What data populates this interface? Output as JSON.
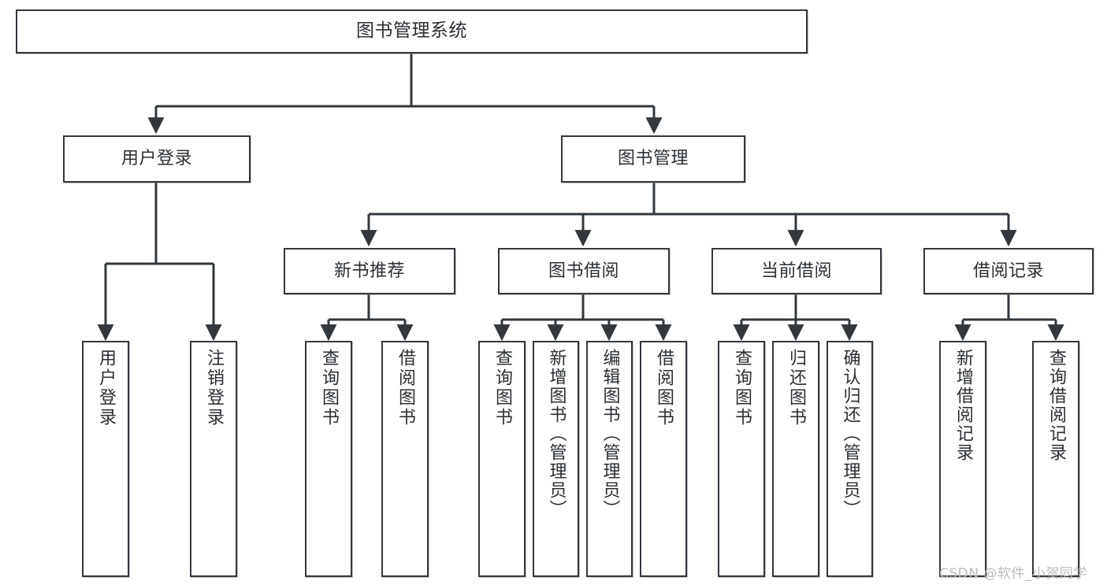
{
  "diagram": {
    "title": "图书管理系统",
    "type": "tree-hierarchy",
    "root": {
      "id": "root",
      "label": "图书管理系统"
    },
    "level2": [
      {
        "id": "user-login",
        "label": "用户登录"
      },
      {
        "id": "book-manage",
        "label": "图书管理"
      }
    ],
    "level3": [
      {
        "id": "new-book-rec",
        "label": "新书推荐",
        "parent": "book-manage"
      },
      {
        "id": "book-borrow",
        "label": "图书借阅",
        "parent": "book-manage"
      },
      {
        "id": "current-borrow",
        "label": "当前借阅",
        "parent": "book-manage"
      },
      {
        "id": "borrow-record",
        "label": "借阅记录",
        "parent": "book-manage"
      }
    ],
    "leaves": [
      {
        "id": "leaf-user-login",
        "label": "用户登录",
        "parent": "user-login"
      },
      {
        "id": "leaf-user-logout",
        "label": "注销登录",
        "parent": "user-login"
      },
      {
        "id": "leaf-query-book-1",
        "label": "查询图书",
        "parent": "new-book-rec"
      },
      {
        "id": "leaf-borrow-book-1",
        "label": "借阅图书",
        "parent": "new-book-rec"
      },
      {
        "id": "leaf-query-book-2",
        "label": "查询图书",
        "parent": "book-borrow"
      },
      {
        "id": "leaf-add-book",
        "label": "新增图书（管理员）",
        "parent": "book-borrow"
      },
      {
        "id": "leaf-edit-book",
        "label": "编辑图书（管理员）",
        "parent": "book-borrow"
      },
      {
        "id": "leaf-borrow-book-2",
        "label": "借阅图书",
        "parent": "book-borrow"
      },
      {
        "id": "leaf-query-book-3",
        "label": "查询图书",
        "parent": "current-borrow"
      },
      {
        "id": "leaf-return-book",
        "label": "归还图书",
        "parent": "current-borrow"
      },
      {
        "id": "leaf-confirm-return",
        "label": "确认归还（管理员）",
        "parent": "current-borrow"
      },
      {
        "id": "leaf-add-record",
        "label": "新增借阅记录",
        "parent": "borrow-record"
      },
      {
        "id": "leaf-query-record",
        "label": "查询借阅记录",
        "parent": "borrow-record"
      }
    ]
  },
  "watermark": {
    "text": "CSDN @软件_小贺同学"
  },
  "colors": {
    "stroke": "#33383d",
    "box_fill": "#ffffff",
    "text": "#2b2f33",
    "watermark": "#b9bcc0",
    "background": "#ffffff"
  }
}
